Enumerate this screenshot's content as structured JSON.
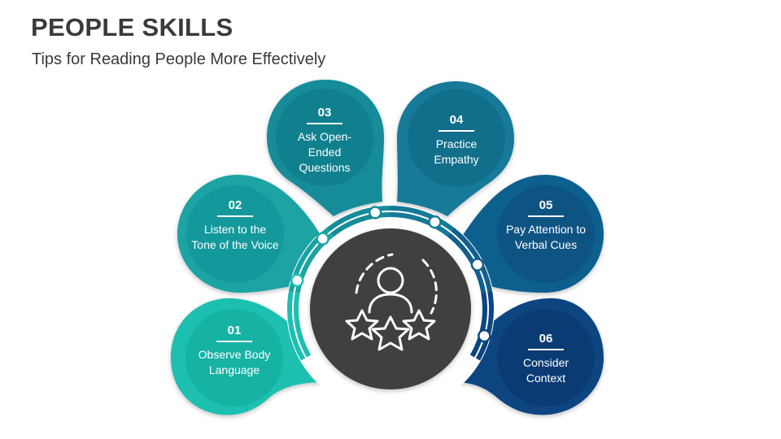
{
  "header": {
    "title": "PEOPLE SKILLS",
    "subtitle": "Tips for Reading People More Effectively"
  },
  "center": {
    "icon": "person-with-stars-icon",
    "color": "#404040"
  },
  "tips": [
    {
      "number": "01",
      "label": "Observe Body Language",
      "color": "#1ebfb0",
      "inner_color": "#16b3a5"
    },
    {
      "number": "02",
      "label": "Listen to the Tone of the Voice",
      "color": "#1aa3a3",
      "inner_color": "#13999b"
    },
    {
      "number": "03",
      "label": "Ask Open-Ended Questions",
      "color": "#158c99",
      "inner_color": "#11808e"
    },
    {
      "number": "04",
      "label": "Practice Empathy",
      "color": "#157a98",
      "inner_color": "#116f8c"
    },
    {
      "number": "05",
      "label": "Pay Attention to Verbal Cues",
      "color": "#115f8e",
      "inner_color": "#0e5483"
    },
    {
      "number": "06",
      "label": "Consider Context",
      "color": "#0c4581",
      "inner_color": "#0a3b74"
    }
  ]
}
